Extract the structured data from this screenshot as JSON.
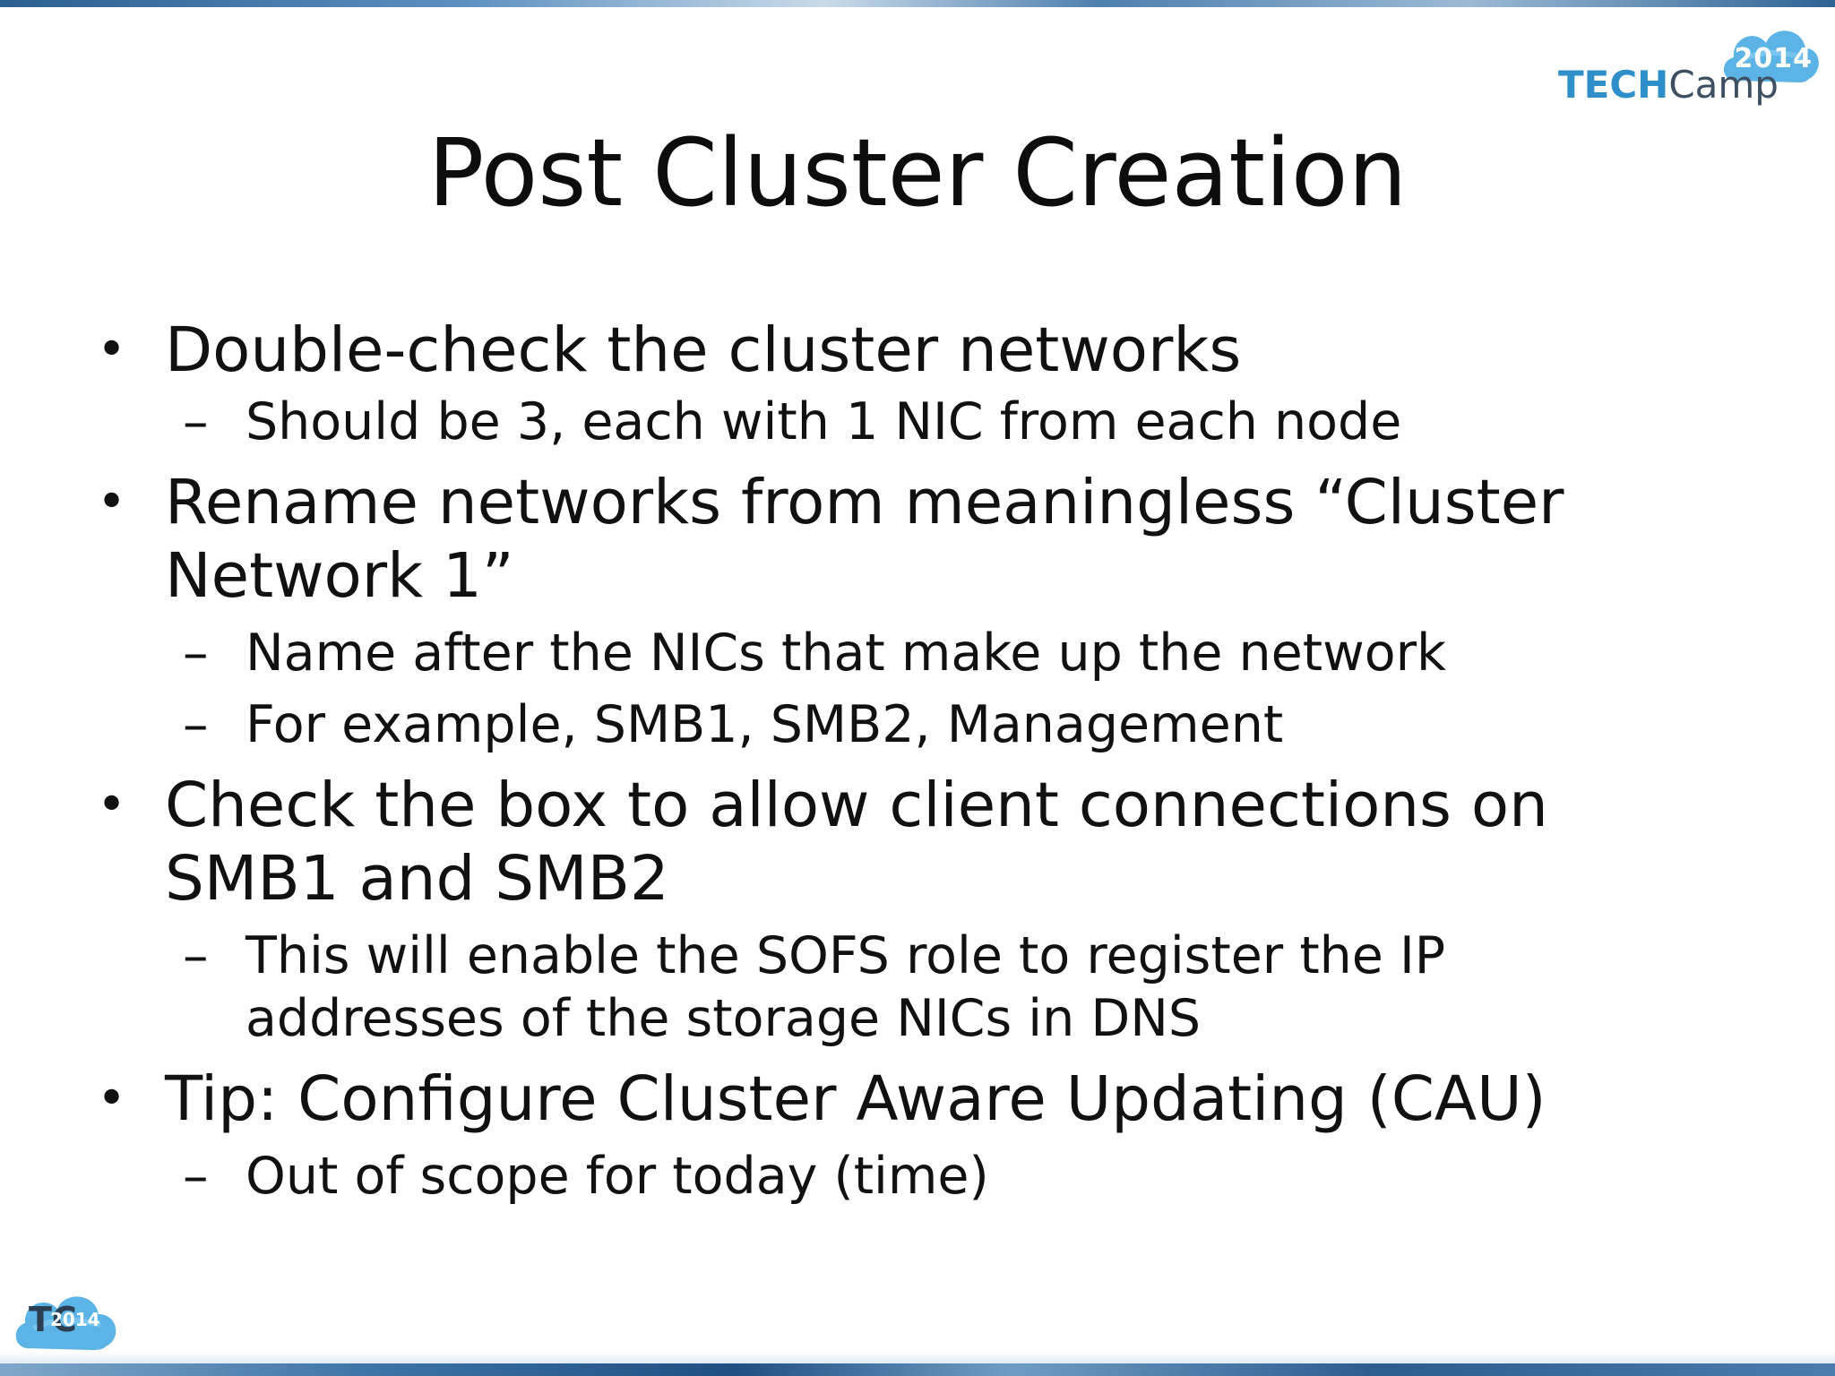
{
  "slide": {
    "title": "Post Cluster Creation",
    "bullets": [
      {
        "text": "Double-check the cluster networks",
        "subs": [
          "Should be 3, each with 1 NIC from each node"
        ]
      },
      {
        "text_line1": "Rename networks from meaningless “Cluster",
        "text_line2": "Network 1”",
        "subs": [
          "Name after the NICs that make up the network",
          "For example, SMB1, SMB2, Management"
        ]
      },
      {
        "text_line1": "Check the box to allow client connections on",
        "text_line2": "SMB1 and SMB2",
        "sub_line1": "This will enable the SOFS role to register the IP",
        "sub_line2": "addresses of the storage NICs in DNS"
      },
      {
        "text": "Tip: Configure Cluster Aware Updating (CAU)",
        "subs": [
          "Out of scope for today (time)"
        ]
      }
    ],
    "bullet_glyph": "•",
    "dash_glyph": "–"
  },
  "logo_top": {
    "year": "2014",
    "brand_tech": "TECH",
    "brand_camp": "Camp",
    "cloud_color": "#5bb3e6"
  },
  "logo_bottom": {
    "year": "2014",
    "letter": "TC",
    "cloud_color": "#5bb3e6"
  }
}
